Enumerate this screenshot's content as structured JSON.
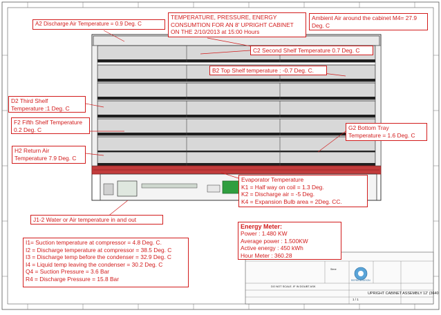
{
  "labels": {
    "a2": "A2 Discharge Air Temperature = 0.9 Deg. C",
    "title": "TEMPERATURE, PRESSURE, ENERGY\nCONSUMTION FOR AN 8' UPRIGHT CABINET\nON THE 2/10/2013 at  15:00 Hours",
    "ambient": "Ambient Air around the cabinet M4= 27.9\nDeg. C",
    "c2": "C2 Second Shelf Temperature 0.7 Deg. C",
    "b2": "B2 Top Shelf temperature : -0.7 Deg. C.",
    "d2": "D2 Third Shelf\nTemperature :1 Deg. C",
    "f2": "F2 Fifth Shelf Temperature\n0.2 Deg. C",
    "g2": "G2 Bottom Tray\nTemperature = 1.6 Deg. C",
    "h2": "H2 Return Air\nTemperature 7.9 Deg. C",
    "evap": "Evaporator Temperature\nK1 = Half way on coil = 1.3 Deg.\nK2 = Discharge air = -5 Deg.\nK4 = Expansion Bulb area = 2Deg. CC.",
    "j12": "J1-2 Water or Air temperature in and out",
    "compressor": "I1= Suction temperature at compressor = 4.8 Deg. C.\nI2 = Discharge temperature at compressor = 38.5 Deg. C\nI3 = Discharge temp before the condenser = 32.9 Deg. C\nI4 = Liquid temp leaving the condenser = 30.2 Deg. C\nQ4 = Suction Pressure = 3.6 Bar\nR4 = Discharge Pressure = 15.8 Bar"
  },
  "energy": {
    "title": "Energy Meter:",
    "power": "Power : 1.480 KW",
    "avg": "Average power : 1.500KW",
    "active": "Active energy : 450 kWh",
    "hours": "Hour Meter : 360.28"
  },
  "title_block": {
    "drawing_title": "UPRIGHT CABINET ASSEMBLY 12' (3640",
    "warning": "DO NOT SCALE. IF IN DOUBT ASK",
    "sheet": "1 / 1",
    "drawn_by": "Steve",
    "logo_text": "REFRIGERATION"
  },
  "colors": {
    "annotation": "#d21b1b",
    "drawing": "#3a3a3a",
    "coil": "#c23c3c"
  }
}
